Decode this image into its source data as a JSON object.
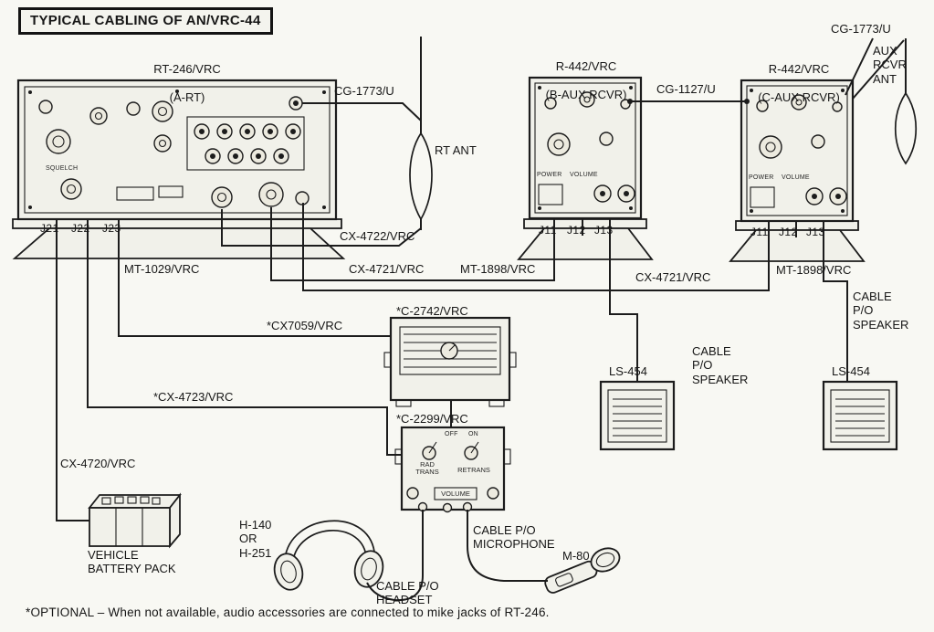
{
  "title": "TYPICAL CABLING OF AN/VRC-44",
  "note": "*OPTIONAL – When not available, audio accessories are connected to mike jacks of RT-246.",
  "units": {
    "rt246": {
      "name": "RT-246/VRC",
      "sub": "(A-RT)",
      "mount": "MT-1029/VRC",
      "jacks": [
        "J21",
        "J22",
        "J23"
      ],
      "panel": {
        "squelch": "SQUELCH"
      }
    },
    "rcvr_b": {
      "name": "R-442/VRC",
      "sub": "(B-AUX RCVR)",
      "mount": "MT-1898/VRC",
      "jacks": [
        "J11",
        "J12",
        "J13"
      ],
      "panel": {
        "power": "POWER",
        "volume": "VOLUME"
      }
    },
    "rcvr_c": {
      "name": "R-442/VRC",
      "sub": "(C-AUX RCVR)",
      "mount": "MT-1898/VRC",
      "jacks": [
        "J11",
        "J12",
        "J13"
      ],
      "panel": {
        "power": "POWER",
        "volume": "VOLUME"
      }
    },
    "c2742": {
      "name": "*C-2742/VRC"
    },
    "c2299": {
      "name": "*C-2299/VRC",
      "rad_trans": "RAD\nTRANS",
      "retrans": "RETRANS",
      "volume": "VOLUME",
      "off": "OFF",
      "on": "ON"
    },
    "battery": "VEHICLE\nBATTERY PACK",
    "headset": "H-140\nOR\nH-251",
    "mic": "M-80",
    "speaker_mid": "LS-454",
    "speaker_right": "LS-454",
    "ant_rt": "RT ANT",
    "ant_aux": "AUX\nRCVR\nANT"
  },
  "cables": {
    "cg1773_left": "CG-1773/U",
    "cg1773_right": "CG-1773/U",
    "cg1127": "CG-1127/U",
    "cx4722": "CX-4722/VRC",
    "cx4721_a": "CX-4721/VRC",
    "cx4721_b": "CX-4721/VRC",
    "cx7059": "*CX7059/VRC",
    "cx4723": "*CX-4723/VRC",
    "cx4720": "CX-4720/VRC",
    "spk_mid": "CABLE\nP/O\nSPEAKER",
    "spk_right": "CABLE\nP/O\nSPEAKER",
    "headset": "CABLE P/O\nHEADSET",
    "mic": "CABLE P/O\nMICROPHONE"
  }
}
